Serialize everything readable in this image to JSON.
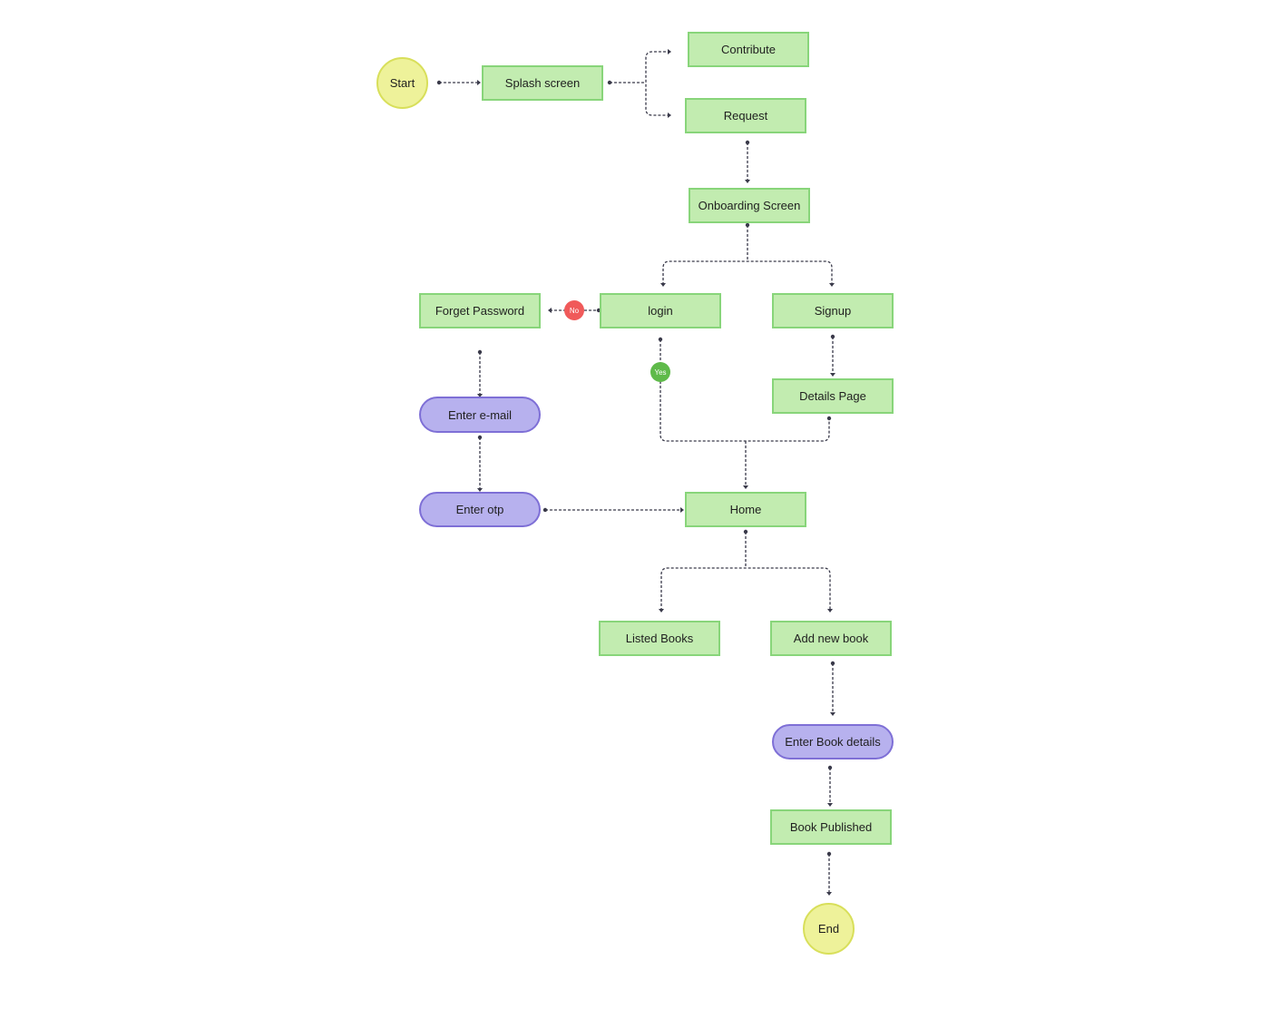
{
  "nodes": {
    "start": "Start",
    "splash": "Splash screen",
    "contribute": "Contribute",
    "request": "Request",
    "onboarding": "Onboarding Screen",
    "forget_password": "Forget Password",
    "login": "login",
    "signup": "Signup",
    "details_page": "Details Page",
    "enter_email": "Enter e-mail",
    "enter_otp": "Enter otp",
    "home": "Home",
    "listed_books": "Listed Books",
    "add_new_book": "Add new book",
    "enter_book_details": "Enter Book details",
    "book_published": "Book Published",
    "end": "End"
  },
  "badges": {
    "no": "No",
    "yes": "Yes"
  },
  "colors": {
    "process_fill": "#c2ecb0",
    "process_border": "#88d57a",
    "input_fill": "#b7b1ee",
    "input_border": "#7e6fd6",
    "terminal_fill": "#eef29a",
    "terminal_border": "#d8df5a",
    "connector": "#3a3a4a",
    "no_badge": "#f05a5a",
    "yes_badge": "#5fba4a"
  }
}
